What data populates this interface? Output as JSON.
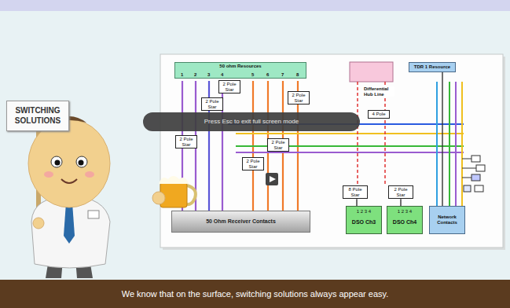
{
  "diagram": {
    "caption": "We know that on the surface, switching solutions always appear easy.",
    "nodes": [
      {
        "text": [
          "SWITCHING SOLUTIONS"
        ]
      },
      {
        "text": [
          "50 ohm Resources"
        ]
      },
      {
        "text": [
          "TDR 1 Resource"
        ]
      },
      {
        "text": [
          "50 Ohm Receiver Contacts"
        ]
      },
      {
        "text": [
          "2 Pole Star"
        ]
      },
      {
        "text": [
          "2 Pole Star"
        ]
      },
      {
        "text": [
          "2 Pole Star"
        ]
      },
      {
        "text": [
          "2 Pole Star"
        ]
      },
      {
        "text": [
          "2 Pole Star"
        ]
      },
      {
        "text": [
          "2 Pole Star"
        ]
      },
      {
        "text": [
          "4 Pole"
        ]
      },
      {
        "text": [
          "8 Pole Star"
        ]
      },
      {
        "text": [
          "2 Pole Star"
        ]
      },
      {
        "text": [
          "1 2 3 4",
          "DSO Ch3"
        ]
      },
      {
        "text": [
          "1 2 3 4",
          "DSO Ch4"
        ]
      },
      {
        "text": [
          "Network Contacts"
        ]
      }
    ],
    "edges": [
      {
        "from": 11,
        "to": 13,
        "arrow": "none"
      },
      {
        "from": 12,
        "to": 14,
        "arrow": "none"
      },
      {
        "from": 2,
        "to": 15,
        "arrow": "none"
      }
    ],
    "labels": [
      "1",
      "2",
      "3",
      "4",
      "5",
      "6",
      "7",
      "8",
      "Differential Hub Line",
      "Press Esc to exit full screen mode"
    ]
  }
}
